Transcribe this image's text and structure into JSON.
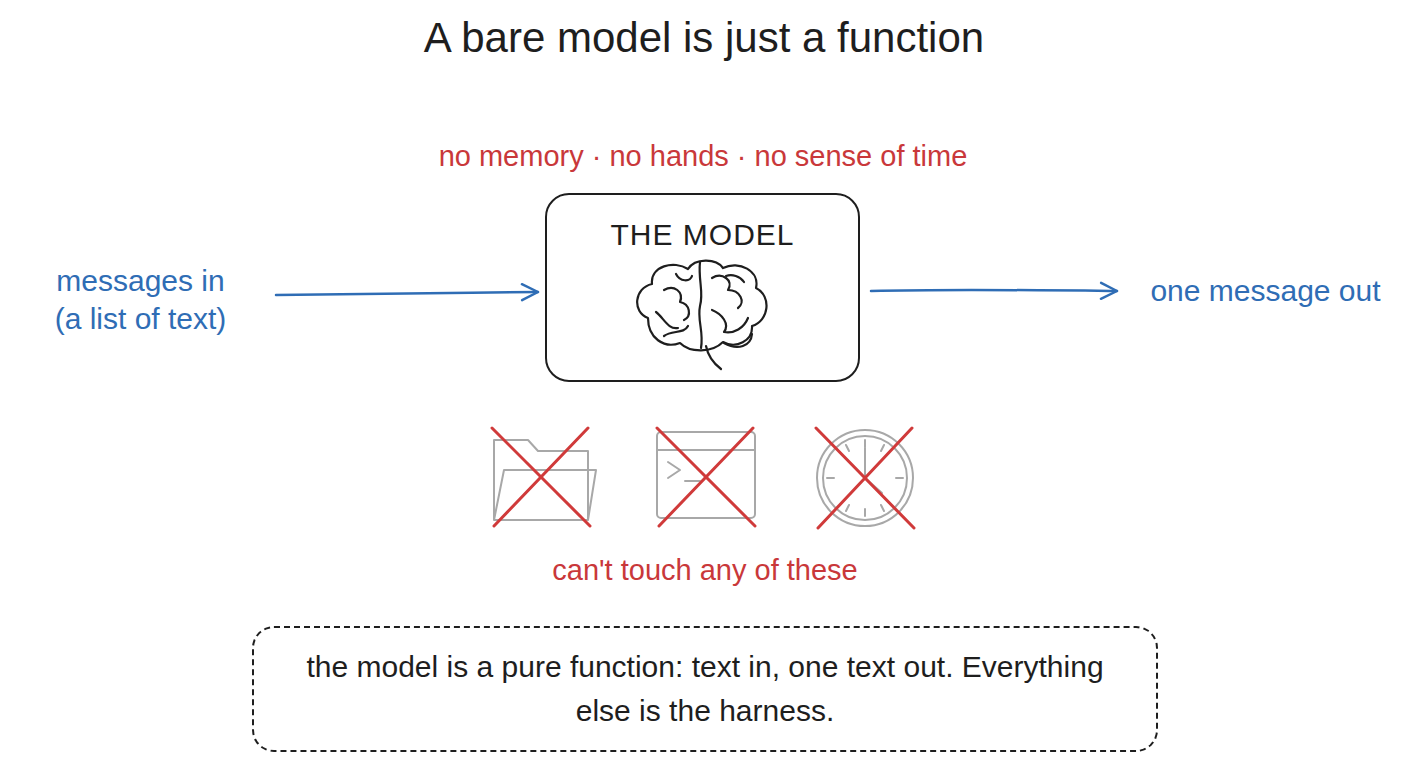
{
  "diagram": {
    "title": "A bare model is just a function",
    "nodes": [
      {
        "text": [
          "THE MODEL"
        ]
      },
      {
        "text": [
          "the model is a pure function: text in, one text out. Everything else is the harness."
        ]
      }
    ],
    "labels": [
      "messages in (a list of text)",
      "no memory · no hands · no sense of time",
      "one message out",
      "can't touch any of these"
    ]
  }
}
